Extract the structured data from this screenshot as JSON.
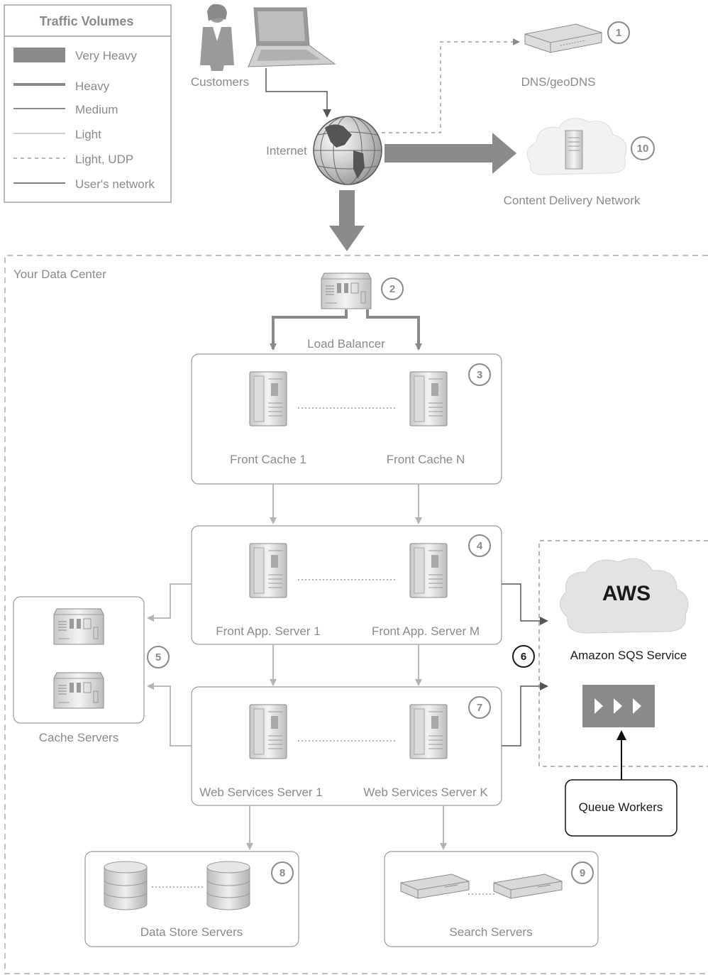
{
  "legend": {
    "title": "Traffic Volumes",
    "items": [
      {
        "label": "Very Heavy"
      },
      {
        "label": "Heavy"
      },
      {
        "label": "Medium"
      },
      {
        "label": "Light"
      },
      {
        "label": "Light, UDP"
      },
      {
        "label": "User's network"
      }
    ]
  },
  "external": {
    "customers": "Customers",
    "internet": "Internet",
    "dns": "DNS/geoDNS",
    "cdn": "Content Delivery Network"
  },
  "datacenter": {
    "title": "Your Data Center",
    "load_balancer": "Load Balancer",
    "front_cache_1": "Front Cache 1",
    "front_cache_n": "Front Cache N",
    "front_app_1": "Front App. Server 1",
    "front_app_m": "Front App. Server M",
    "web_services_1": "Web Services Server 1",
    "web_services_k": "Web Services Server K",
    "cache_servers": "Cache Servers",
    "data_store": "Data Store Servers",
    "search": "Search Servers"
  },
  "aws": {
    "logo": "AWS",
    "sqs": "Amazon SQS Service",
    "queue_workers": "Queue Workers"
  },
  "badges": [
    "1",
    "2",
    "3",
    "4",
    "5",
    "6",
    "7",
    "8",
    "9",
    "10"
  ],
  "colors": {
    "heavy": "#8a8a8a",
    "light": "#b3b3b3",
    "dark": "#1a1a1a"
  }
}
